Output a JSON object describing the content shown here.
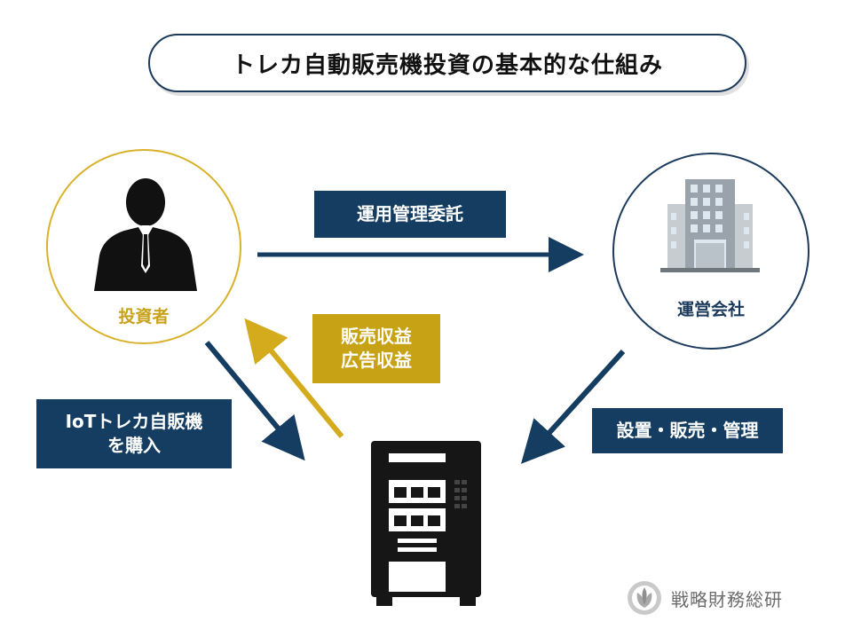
{
  "title": "トレカ自動販売機投資の基本的な仕組み",
  "investor": {
    "label": "投資者",
    "icon": "businessman-icon"
  },
  "operator": {
    "label": "運営会社",
    "icon": "office-building-icon"
  },
  "vending_machine": {
    "icon": "vending-machine-icon"
  },
  "flows": {
    "commission": "運用管理委託",
    "revenue_line1": "販売収益",
    "revenue_line2": "広告収益",
    "purchase_line1": "IoTトレカ自販機",
    "purchase_line2": "を購入",
    "install": "設置・販売・管理"
  },
  "logo": {
    "text": "戦略財務総研",
    "icon": "leaf-emblem-icon"
  },
  "colors": {
    "navy": "#143d61",
    "gold": "#c8a215",
    "title_border": "#1b3a5c"
  }
}
